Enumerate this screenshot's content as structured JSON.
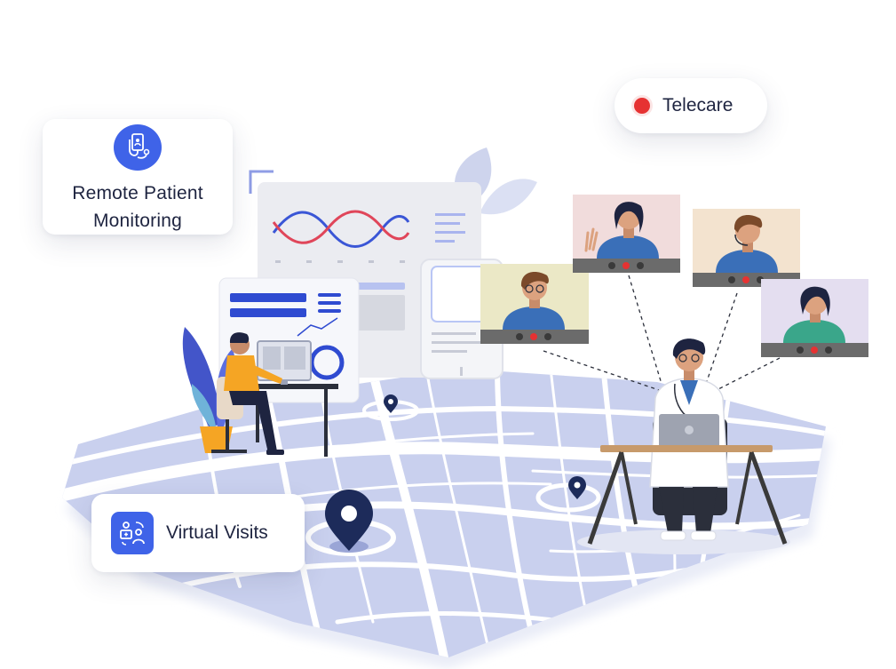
{
  "cards": {
    "remote_patient_monitoring": {
      "line1": "Remote Patient",
      "line2": "Monitoring",
      "icon": "stethoscope-phone-icon"
    },
    "telecare": {
      "label": "Telecare",
      "indicator": "recording-dot-icon"
    },
    "virtual_visits": {
      "label": "Virtual Visits",
      "icon": "video-consult-icon"
    }
  },
  "illustration": {
    "elements": [
      "city-map",
      "location-pin-icon",
      "analytics-dashboard",
      "patient-at-desk",
      "doctor-at-desk",
      "video-call-tiles"
    ]
  },
  "colors": {
    "accent": "#3f63e8",
    "map_fill": "#c9d0ee",
    "map_streets": "#ffffff",
    "pin": "#1d2b5a",
    "record_dot": "#e63232",
    "wave_blue": "#3a56d6",
    "wave_red": "#e0465a",
    "plant": "#4355c9",
    "patient_shirt": "#f5a524",
    "doctor_coat": "#ffffff"
  }
}
